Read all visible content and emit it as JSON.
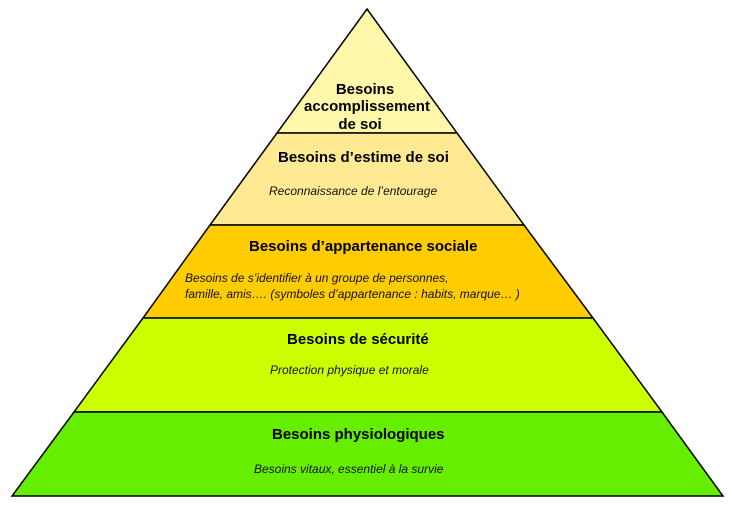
{
  "pyramid": {
    "levels": [
      {
        "id": "accomplissement",
        "title_lines": [
          "Besoins",
          "accomplissement",
          "de soi"
        ],
        "description_lines": [],
        "color": "#FFF8AA"
      },
      {
        "id": "estime",
        "title_lines": [
          "Besoins d’estime de soi"
        ],
        "description_lines": [
          "Reconnaissance de l’entourage"
        ],
        "color": "#FFE993"
      },
      {
        "id": "appartenance",
        "title_lines": [
          "Besoins d’appartenance sociale"
        ],
        "description_lines": [
          "Besoins de s’identifier à un groupe de personnes,",
          "famille, amis….  (symboles d’appartenance : habits, marque… )"
        ],
        "color": "#FFCC00"
      },
      {
        "id": "securite",
        "title_lines": [
          "Besoins de sécurité"
        ],
        "description_lines": [
          "Protection physique et morale"
        ],
        "color": "#CCFF00"
      },
      {
        "id": "physiologiques",
        "title_lines": [
          "Besoins physiologiques"
        ],
        "description_lines": [
          "Besoins vitaux, essentiel à la survie"
        ],
        "color": "#66EE00"
      }
    ]
  }
}
